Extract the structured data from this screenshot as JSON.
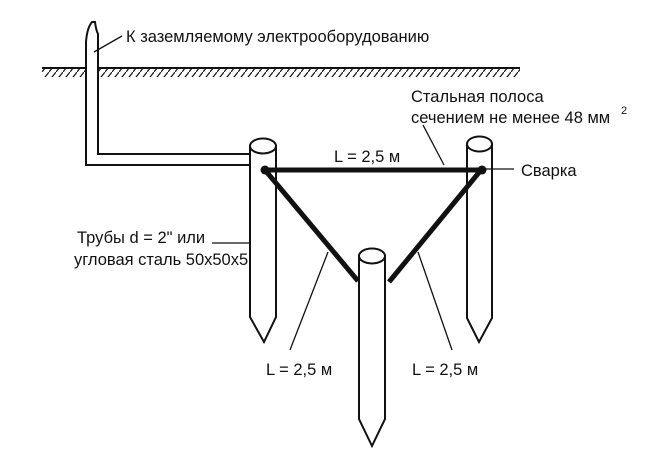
{
  "labels": {
    "equipment": "К заземляемому электрооборудованию",
    "strip_line1": "Стальная полоса",
    "strip_line2": "сечением не менее 48 мм",
    "strip_unit_sup": "2",
    "welding": "Сварка",
    "pipes_line1": "Трубы d = 2\" или",
    "pipes_line2": "угловая сталь  50х50х5",
    "len_top": "L = 2,5 м",
    "len_left": "L = 2,5 м",
    "len_right": "L = 2,5 м"
  }
}
